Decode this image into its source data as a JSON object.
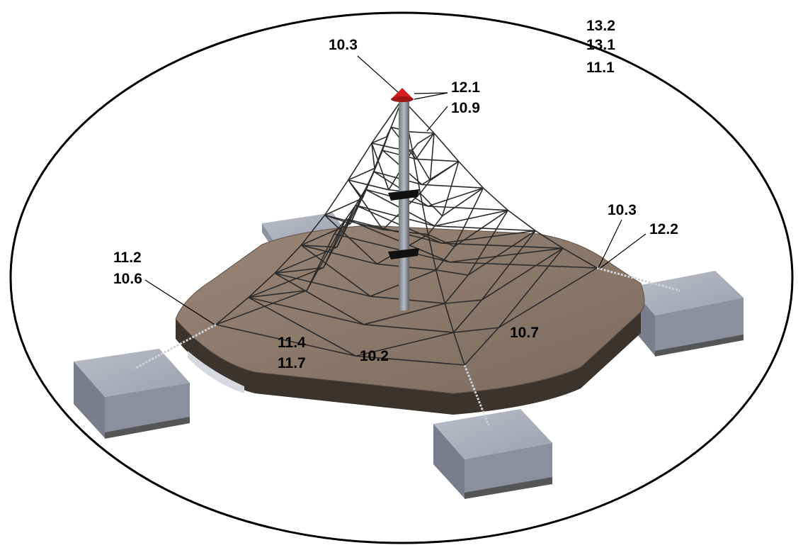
{
  "labels": {
    "top_right": [
      "13.2",
      "13.1",
      "11.1"
    ],
    "pole_cap": "10.3",
    "net_top": [
      "12.1",
      "10.9"
    ],
    "anchor_right": [
      "10.3",
      "12.2"
    ],
    "anchor_left": [
      "11.2",
      "10.6"
    ],
    "surface_front_left": [
      "11.4",
      "11.7"
    ],
    "pole_base": "10.2",
    "surface_right": "10.7"
  },
  "colors": {
    "outline": "#000000",
    "ground_surface": "#8a7767",
    "ground_edge": "#2a2522",
    "concrete_block": "#a5a8b6",
    "pole": "#8d939c",
    "cap": "#d62020",
    "net_rope": "#2c2c2c"
  }
}
